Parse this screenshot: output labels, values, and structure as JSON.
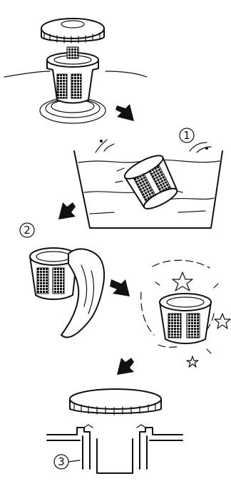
{
  "steps": [
    {
      "id": "1",
      "label": "①"
    },
    {
      "id": "2",
      "label": "②"
    },
    {
      "id": "3",
      "label": "③"
    }
  ]
}
